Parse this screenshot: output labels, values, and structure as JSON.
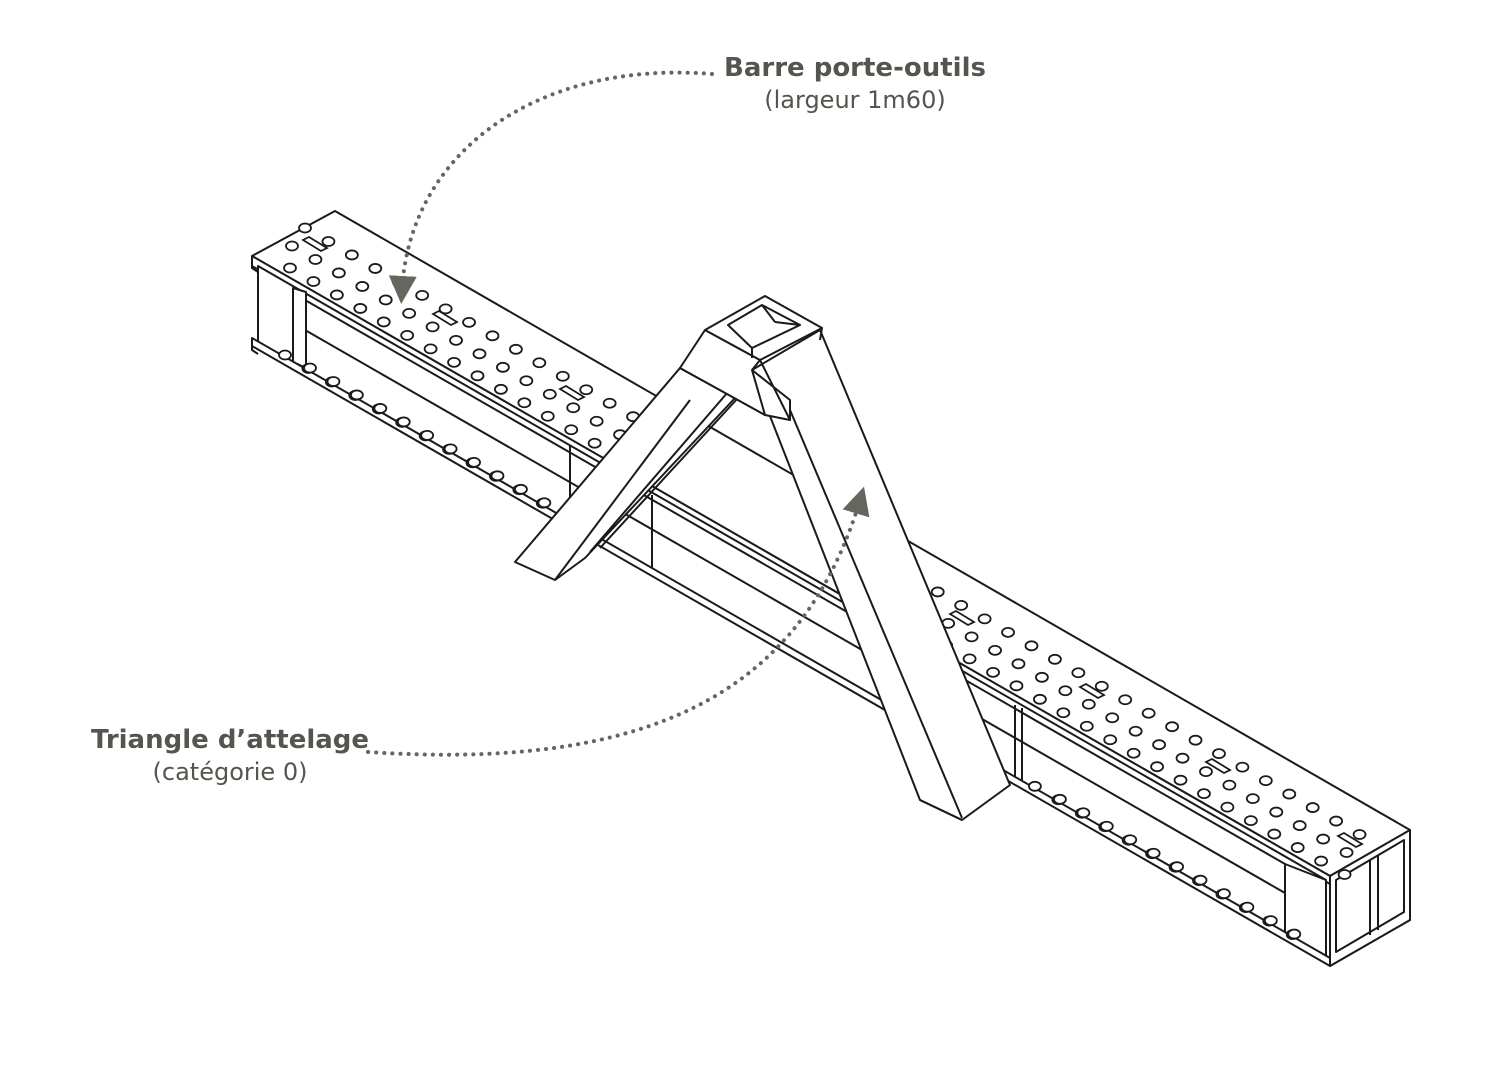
{
  "labels": {
    "barre": {
      "title": "Barre porte-outils",
      "subtitle": "(largeur 1m60)"
    },
    "triangle": {
      "title": "Triangle d’attelage",
      "subtitle": "(catégorie 0)"
    }
  },
  "colors": {
    "line": "#1a1a1a",
    "label_text": "#55554f",
    "leader": "#66665f"
  }
}
